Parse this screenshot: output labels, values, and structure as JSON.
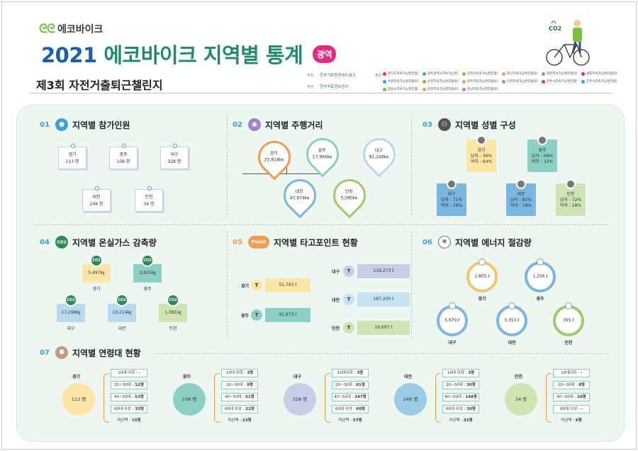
{
  "header": {
    "brand_name": "에코바이크",
    "title_year": "2021",
    "title_main": "에코바이크 지역별 통계",
    "title_badge": "광역",
    "subtitle": "제3회 자전거출퇴근챌린지",
    "host_label": "주최",
    "host_org": "한국기후환경네트워크",
    "manage_label": "주관",
    "manage_org": "한국국토정보공사",
    "sponsor_label": "후원",
    "orgs": [
      "경기도지속가능발전협의회",
      "광주광역시지속가능발전협의회",
      "당진시지속가능발전협의회",
      "대구지속가능발전협의회",
      "대전지속가능발전협의회",
      "세종지속가능발전협의회",
      "수원지속가능발전협의회",
      "순천지속가능발전협의회",
      "원주지속가능발전협의회",
      "인천지속가능발전협의회",
      "전주시지속가능발전협의회",
      "진주시지속가능발전협의회",
      "창원시지속가능발전협의회",
      "춘천지속가능발전협의회",
      "충남지속가능발전협의회"
    ],
    "cyclist_label": "CO2"
  },
  "sections": {
    "participants": {
      "num": "01",
      "title": "지역별 참가인원",
      "items": [
        {
          "city": "경기",
          "value": "113 명"
        },
        {
          "city": "광주",
          "value": "108 명"
        },
        {
          "city": "대구",
          "value": "328 명"
        },
        {
          "city": "대전",
          "value": "248 명"
        },
        {
          "city": "인천",
          "value": "34 명"
        }
      ]
    },
    "distance": {
      "num": "02",
      "title": "지역별 주행거리",
      "items": [
        {
          "city": "경기",
          "value": "25,818㎞"
        },
        {
          "city": "광주",
          "value": "17,966㎞"
        },
        {
          "city": "대구",
          "value": "81,248㎞"
        },
        {
          "city": "대전",
          "value": "47,974㎞"
        },
        {
          "city": "인천",
          "value": "5,080㎞"
        }
      ]
    },
    "gender": {
      "num": "03",
      "title": "지역별 성별 구성",
      "items": [
        {
          "city": "경기",
          "male": "남자 : 36%",
          "female": "여자 : 64%"
        },
        {
          "city": "광주",
          "male": "남자 : 68%",
          "female": "여자 : 32%"
        },
        {
          "city": "대구",
          "male": "남자 : 71%",
          "female": "여자 : 29%"
        },
        {
          "city": "대전",
          "male": "남자 : 82%",
          "female": "여자 : 18%"
        },
        {
          "city": "인천",
          "male": "남자 : 72%",
          "female": "여자 : 28%"
        }
      ]
    },
    "co2": {
      "num": "04",
      "title": "지역별 온실가스 감축량",
      "badge": "CO2",
      "items": [
        {
          "city": "경기",
          "value": "5,497㎏"
        },
        {
          "city": "광주",
          "value": "3,825㎏"
        },
        {
          "city": "대구",
          "value": "17,298㎏"
        },
        {
          "city": "대전",
          "value": "10,214㎏"
        },
        {
          "city": "인천",
          "value": "1,081㎏"
        }
      ]
    },
    "points": {
      "num": "05",
      "badge": "Point",
      "title": "지역별 타고포인트 현황",
      "unit_glyph": "T",
      "items": [
        {
          "city": "경기",
          "value": "51,793 t"
        },
        {
          "city": "광주",
          "value": "41,973 t"
        },
        {
          "city": "대구",
          "value": "218,273 t"
        },
        {
          "city": "대전",
          "value": "187,200 t"
        },
        {
          "city": "인천",
          "value": "19,697 t"
        }
      ]
    },
    "energy": {
      "num": "06",
      "title": "지역별 에너지 절감량",
      "items": [
        {
          "city": "경기",
          "value": "1,805 ℓ"
        },
        {
          "city": "광주",
          "value": "1,256 ℓ"
        },
        {
          "city": "대구",
          "value": "5,679 ℓ"
        },
        {
          "city": "대전",
          "value": "3,353 ℓ"
        },
        {
          "city": "인천",
          "value": "355 ℓ"
        }
      ]
    },
    "age": {
      "num": "07",
      "title": "지역별 연령대 현황",
      "groups": [
        {
          "city": "경기",
          "total": "113 명",
          "rows": [
            {
              "label": "10대 이하 : ",
              "value": "-"
            },
            {
              "label": "20~30대 : ",
              "value": "12명"
            },
            {
              "label": "40~50대 : ",
              "value": "53명"
            },
            {
              "label": "60대 이상 : ",
              "value": "33명"
            },
            {
              "label": "미선택 : ",
              "value": "15명"
            }
          ]
        },
        {
          "city": "광주",
          "total": "108 명",
          "rows": [
            {
              "label": "10대 이하 : ",
              "value": "3명"
            },
            {
              "label": "20~30대 : ",
              "value": "9명"
            },
            {
              "label": "40~50대 : ",
              "value": "61명"
            },
            {
              "label": "60대 이상 : ",
              "value": "22명"
            },
            {
              "label": "미선택 : ",
              "value": "13명"
            }
          ]
        },
        {
          "city": "대구",
          "total": "328 명",
          "rows": [
            {
              "label": "10대이하 : ",
              "value": "3명"
            },
            {
              "label": "20~30대 : ",
              "value": "61명"
            },
            {
              "label": "40~50대 : ",
              "value": "147명"
            },
            {
              "label": "60대 이상 : ",
              "value": "60명"
            },
            {
              "label": "미선택 : ",
              "value": "57명"
            }
          ]
        },
        {
          "city": "대전",
          "total": "248 명",
          "rows": [
            {
              "label": "10대 이하 : ",
              "value": "3명"
            },
            {
              "label": "20~30대 : ",
              "value": "36명"
            },
            {
              "label": "40~50대 : ",
              "value": "148명"
            },
            {
              "label": "60대 이상 : ",
              "value": "30명"
            },
            {
              "label": "미선택 : ",
              "value": "31명"
            }
          ]
        },
        {
          "city": "인천",
          "total": "34 명",
          "rows": [
            {
              "label": "10대이하 : ",
              "value": "-"
            },
            {
              "label": "20~30대 : ",
              "value": "8명"
            },
            {
              "label": "40~50대 : ",
              "value": "20명"
            },
            {
              "label": "60대 이상 : ",
              "value": "-"
            },
            {
              "label": "미선택 : ",
              "value": "6명"
            }
          ]
        }
      ]
    }
  },
  "colors": {
    "blue": "#3aa2d6",
    "green": "#1f8a70",
    "pink": "#e6297f",
    "orange": "#f29b52",
    "yellow": "#fde6a5",
    "teal": "#8ccfc4",
    "lightblue": "#b8d9f0",
    "lightgreen": "#cfe6b4",
    "purple": "#9b86c8"
  }
}
